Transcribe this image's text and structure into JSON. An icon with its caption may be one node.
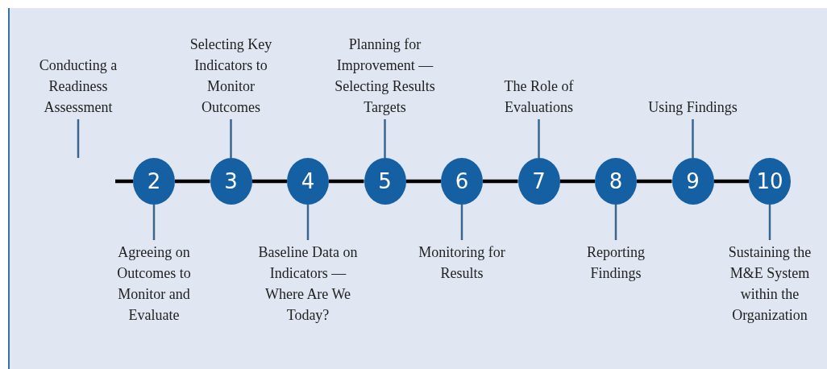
{
  "diagram": {
    "nodes": [
      {
        "text": [
          "Conducting a Readiness Assessment"
        ]
      },
      {
        "text": [
          "2"
        ]
      },
      {
        "text": [
          "Agreeing on Outcomes to Monitor and Evaluate"
        ]
      },
      {
        "text": [
          "3"
        ]
      },
      {
        "text": [
          "Selecting Key Indicators to Monitor Outcomes"
        ]
      },
      {
        "text": [
          "4"
        ]
      },
      {
        "text": [
          "Baseline Data on Indicators — Where Are We Today?"
        ]
      },
      {
        "text": [
          "5"
        ]
      },
      {
        "text": [
          "Planning for Improvement — Selecting Results Targets"
        ]
      },
      {
        "text": [
          "6"
        ]
      },
      {
        "text": [
          "Monitoring for Results"
        ]
      },
      {
        "text": [
          "7"
        ]
      },
      {
        "text": [
          "The Role of Evaluations"
        ]
      },
      {
        "text": [
          "8"
        ]
      },
      {
        "text": [
          "Reporting Findings"
        ]
      },
      {
        "text": [
          "9"
        ]
      },
      {
        "text": [
          "Using Findings"
        ]
      },
      {
        "text": [
          "10"
        ]
      },
      {
        "text": [
          "Sustaining the M&E System within the Organization"
        ]
      }
    ],
    "edges": [
      {
        "from": 0,
        "to": null,
        "arrow": "none"
      },
      {
        "from": null,
        "to": 1,
        "arrow": "none",
        "style": "thick",
        "color": "#000000"
      },
      {
        "from": 1,
        "to": 3,
        "arrow": "none",
        "style": "thick",
        "color": "#000000"
      },
      {
        "from": 3,
        "to": 5,
        "arrow": "none",
        "style": "thick",
        "color": "#000000"
      },
      {
        "from": 5,
        "to": 7,
        "arrow": "none",
        "style": "thick",
        "color": "#000000"
      },
      {
        "from": 7,
        "to": 9,
        "arrow": "none",
        "style": "thick",
        "color": "#000000"
      },
      {
        "from": 9,
        "to": 11,
        "arrow": "none",
        "style": "thick",
        "color": "#000000"
      },
      {
        "from": 11,
        "to": 13,
        "arrow": "none",
        "style": "thick",
        "color": "#000000"
      },
      {
        "from": 13,
        "to": 15,
        "arrow": "none",
        "style": "thick",
        "color": "#000000"
      },
      {
        "from": 15,
        "to": 17,
        "arrow": "none",
        "style": "thick",
        "color": "#000000"
      },
      {
        "from": 2,
        "to": 1,
        "arrow": "none"
      },
      {
        "from": 4,
        "to": 3,
        "arrow": "none"
      },
      {
        "from": 6,
        "to": 5,
        "arrow": "none"
      },
      {
        "from": 8,
        "to": 7,
        "arrow": "none"
      },
      {
        "from": 10,
        "to": 9,
        "arrow": "none"
      },
      {
        "from": 12,
        "to": 11,
        "arrow": "none"
      },
      {
        "from": 14,
        "to": 13,
        "arrow": "none"
      },
      {
        "from": 16,
        "to": 15,
        "arrow": "none"
      },
      {
        "from": 18,
        "to": 17,
        "arrow": "none"
      }
    ]
  }
}
